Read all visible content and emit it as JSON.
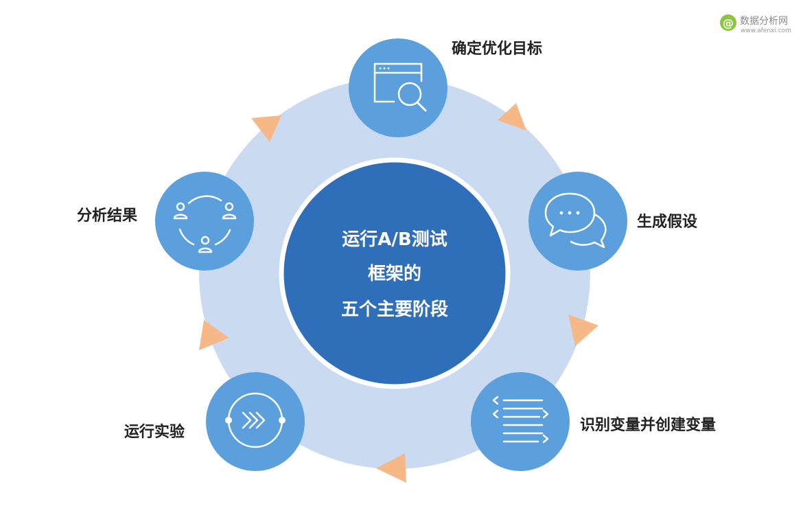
{
  "colors": {
    "ring": "#c9daf1",
    "center_fill": "#2f6fba",
    "node_fill": "#5b9fdc",
    "arrow": "#f7b888",
    "text": "#222222",
    "watermark_green": "#8cc63f"
  },
  "watermark": {
    "logo_glyph": "@",
    "name": "数据分析网",
    "url": "www.afenxi.com"
  },
  "center": {
    "lines": [
      "运行A/B测试",
      "框架的",
      "五个主要阶段"
    ]
  },
  "stages": [
    {
      "label": "确定优化目标",
      "icon": "browser-search-icon"
    },
    {
      "label": "生成假设",
      "icon": "chat-bubbles-icon"
    },
    {
      "label": "识别变量并创建变量",
      "icon": "code-lines-icon"
    },
    {
      "label": "运行实验",
      "icon": "fast-forward-cycle-icon"
    },
    {
      "label": "分析结果",
      "icon": "user-cycle-icon"
    }
  ]
}
